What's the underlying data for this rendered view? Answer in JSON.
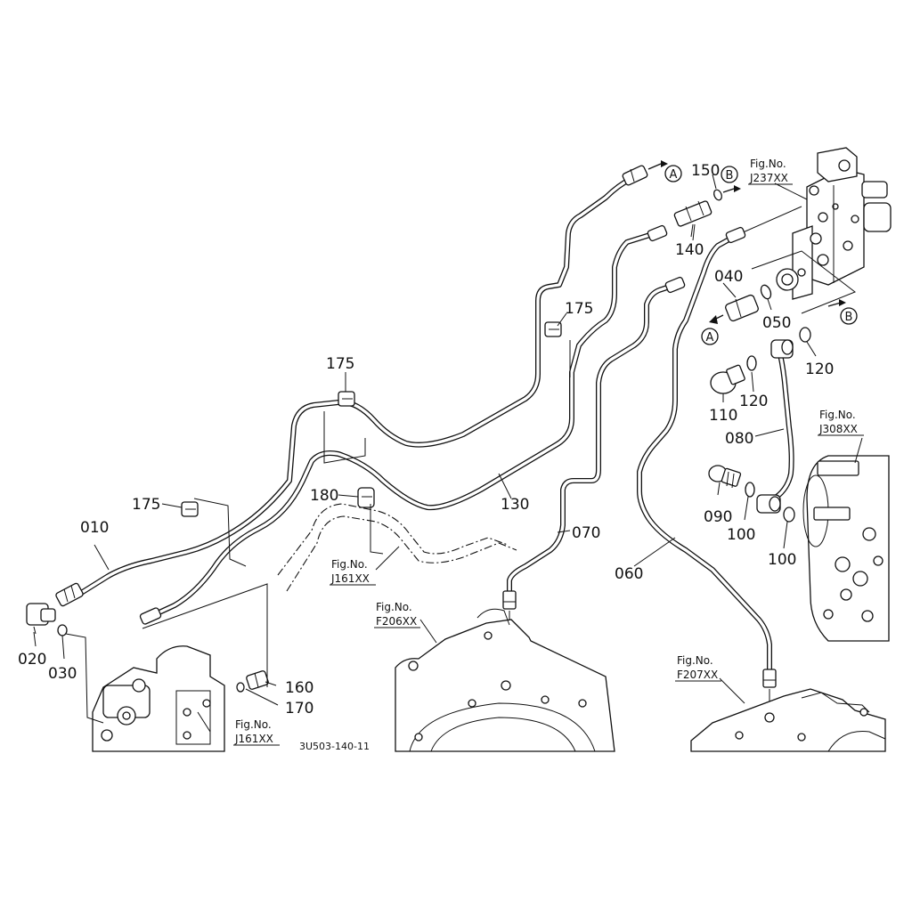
{
  "diagram_code": "3U503-140-11",
  "callouts": [
    {
      "id": "c-010",
      "label": "010"
    },
    {
      "id": "c-020",
      "label": "020"
    },
    {
      "id": "c-030",
      "label": "030"
    },
    {
      "id": "c-040",
      "label": "040"
    },
    {
      "id": "c-050",
      "label": "050"
    },
    {
      "id": "c-060",
      "label": "060"
    },
    {
      "id": "c-070",
      "label": "070"
    },
    {
      "id": "c-080",
      "label": "080"
    },
    {
      "id": "c-090",
      "label": "090"
    },
    {
      "id": "c-100a",
      "label": "100"
    },
    {
      "id": "c-100b",
      "label": "100"
    },
    {
      "id": "c-110",
      "label": "110"
    },
    {
      "id": "c-120a",
      "label": "120"
    },
    {
      "id": "c-120b",
      "label": "120"
    },
    {
      "id": "c-130",
      "label": "130"
    },
    {
      "id": "c-140",
      "label": "140"
    },
    {
      "id": "c-150",
      "label": "150"
    },
    {
      "id": "c-160",
      "label": "160"
    },
    {
      "id": "c-170",
      "label": "170"
    },
    {
      "id": "c-175a",
      "label": "175"
    },
    {
      "id": "c-175b",
      "label": "175"
    },
    {
      "id": "c-175c",
      "label": "175"
    },
    {
      "id": "c-180",
      "label": "180"
    }
  ],
  "fig_refs": [
    {
      "id": "fig-j237",
      "title": "Fig.No.",
      "code": "J237XX"
    },
    {
      "id": "fig-j308",
      "title": "Fig.No.",
      "code": "J308XX"
    },
    {
      "id": "fig-j161a",
      "title": "Fig.No.",
      "code": "J161XX"
    },
    {
      "id": "fig-j161b",
      "title": "Fig.No.",
      "code": "J161XX"
    },
    {
      "id": "fig-f206",
      "title": "Fig.No.",
      "code": "F206XX"
    },
    {
      "id": "fig-f207",
      "title": "Fig.No.",
      "code": "F207XX"
    }
  ],
  "connection_marks": [
    {
      "id": "mark-a1",
      "letter": "A"
    },
    {
      "id": "mark-a2",
      "letter": "A"
    },
    {
      "id": "mark-b1",
      "letter": "B"
    },
    {
      "id": "mark-b2",
      "letter": "B"
    }
  ]
}
